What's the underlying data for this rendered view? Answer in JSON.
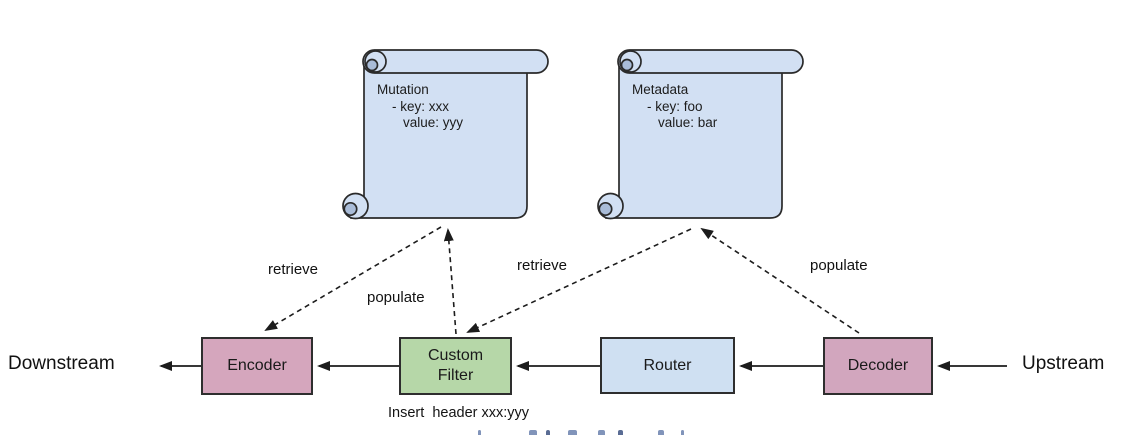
{
  "diagram": {
    "scrolls": {
      "mutation": {
        "title": "Mutation",
        "key_line": "- key: xxx",
        "value_line": "value: yyy"
      },
      "metadata": {
        "title": "Metadata",
        "key_line": "- key: foo",
        "value_line": "value: bar"
      }
    },
    "nodes": {
      "encoder": {
        "label": "Encoder"
      },
      "custom_filter": {
        "label_line1": "Custom",
        "label_line2": "Filter"
      },
      "router": {
        "label": "Router"
      },
      "decoder": {
        "label": "Decoder"
      }
    },
    "labels": {
      "retrieve_left": "retrieve",
      "populate_left": "populate",
      "retrieve_right": "retrieve",
      "populate_right": "populate",
      "downstream": "Downstream",
      "upstream": "Upstream",
      "filter_caption": "Insert  header xxx:yyy"
    },
    "colors": {
      "node_pink": "#d5a6bd",
      "node_green": "#b6d7a8",
      "node_blue": "#cfe0f2",
      "scroll_fill": "#d2e0f3",
      "scroll_shade": "#a9bcd8",
      "line": "#1c1c1c"
    }
  }
}
